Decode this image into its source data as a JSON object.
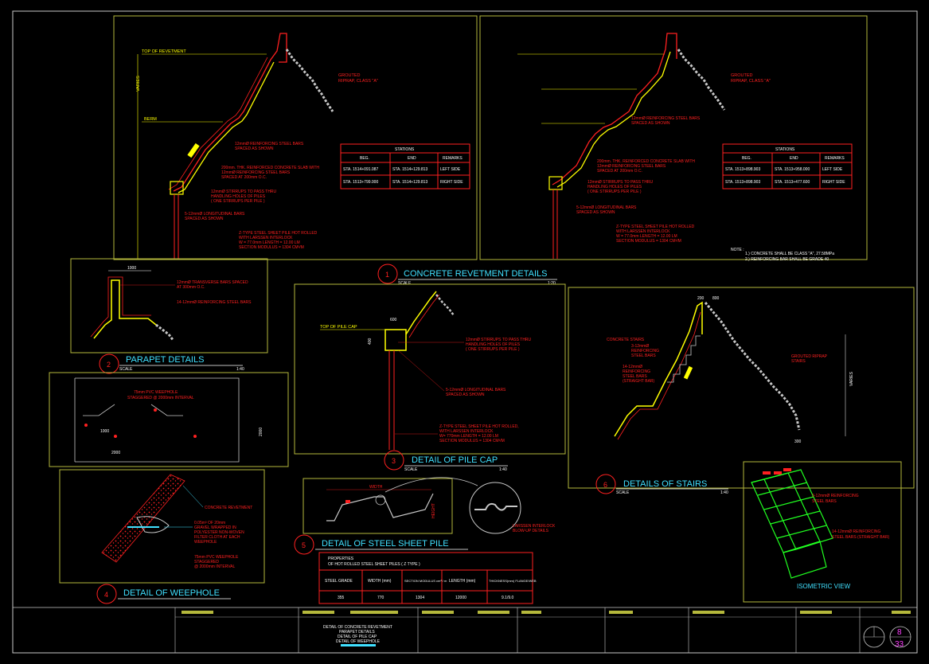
{
  "colors": {
    "frame": "#c8c8c8",
    "panel": "#b5b83c",
    "red": "#ff2020",
    "yellow": "#ffff00",
    "cyan": "#40e0ff",
    "green": "#20ff20",
    "magenta": "#ff40ff",
    "white": "#ffffff",
    "bg": "#000000"
  },
  "titles": {
    "t1": {
      "num": "1",
      "label": "CONCRETE REVETMENT DETAILS",
      "scale": "SCALE",
      "scale_val": "1:20"
    },
    "t2": {
      "num": "2",
      "label": "PARAPET DETAILS",
      "scale": "SCALE",
      "scale_val": "1:40"
    },
    "t3": {
      "num": "3",
      "label": "DETAIL OF PILE CAP",
      "scale": "SCALE",
      "scale_val": "1:40"
    },
    "t4": {
      "num": "4",
      "label": "DETAIL OF WEEPHOLE"
    },
    "t5": {
      "num": "5",
      "label": "DETAIL OF STEEL SHEET PILE"
    },
    "t6": {
      "num": "6",
      "label": "DETAILS OF STAIRS",
      "scale": "SCALE",
      "scale_val": "1:40"
    },
    "iso": {
      "label": "ISOMETRIC VIEW"
    }
  },
  "left_section": {
    "top_of_revetment": "TOP OF REVETMENT",
    "varies": "VARIES",
    "berm": "BERM",
    "grouted": "GROUTED",
    "riprap": "RIPRAP, CLASS \"A\"",
    "notes": [
      "12mmØ REINFORCING STEEL BARS",
      "SPACED AS SHOWN",
      "200mm. THK. REINFORCED CONCRETE SLAB WITH",
      "12mmØ REINFORCING STEEL BARS",
      "SPACED AT 200mm O.C.",
      "12mmØ STIRRUPS TO PASS THRU",
      "HANDLING HOLES OF PILES",
      "( ONE STIRRUPS PER PILE )",
      "5-12mmØ LONGITUDINAL BARS",
      "SPACED AS SHOWN",
      "Z-TYPE STEEL SHEET PILE HOT ROLLED",
      "WITH LARSSEN INTERLOCK",
      "W = 77.0mm LENGTH = 12.00 LM",
      "SECTION MODULUS = 1304 CM³/M"
    ]
  },
  "stations_left": {
    "title": "STATIONS",
    "headers": [
      "BEG.",
      "END",
      "REMARKS"
    ],
    "rows": [
      [
        "STA. 1514+091.087",
        "STA. 1514+129.813",
        "LEFT SIDE"
      ],
      [
        "STA. 1513+799.000",
        "STA. 1514+129.813",
        "RIGHT SIDE"
      ]
    ]
  },
  "stations_right": {
    "title": "STATIONS",
    "headers": [
      "BEG.",
      "END",
      "REMARKS"
    ],
    "rows": [
      [
        "STA. 1513+898.903",
        "STA. 1513+958.000",
        "LEFT SIDE"
      ],
      [
        "STA. 1513+898.903",
        "STA. 1513+477.600",
        "RIGHT SIDE"
      ]
    ]
  },
  "general_notes": {
    "label": "NOTE :",
    "items": [
      "1.) CONCRETE SHALL BE CLASS \"A\", 27.58MPa",
      "2.) REINFORCING BAR SHALL BE GRADE 40"
    ]
  },
  "parapet": {
    "notes": [
      "12mmØ TRANSVERSE BARS SPACED",
      "AT 300mm O.C.",
      "14-12mmØ REINFORCING STEEL BARS"
    ],
    "dim": "1000"
  },
  "weephole_elev": {
    "notes": [
      "75mm PVC WEEPHOLE",
      "STAGGERED @ 2000mm INTERVAL"
    ],
    "dims": [
      "1000",
      "2000",
      "2000"
    ]
  },
  "weephole_detail": {
    "notes": [
      "CONCRETE REVETMENT",
      "0.05m³ OF 20mm",
      "GRAVEL WRAPPED IN",
      "POLYESTER NON-WOVEN",
      "FILTER CLOTH AT EACH",
      "WEEPHOLE",
      "75mm PVC WEEPHOLE",
      "STAGGERED",
      "@ 2000mm INTERVAL"
    ]
  },
  "pile_cap": {
    "top": "TOP OF PILE CAP",
    "notes": [
      "12mmØ STIRRUPS TO PASS THRU",
      "HANDLING HOLES OF PILES",
      "( ONE STIRRUPS PER PILE )",
      "5-12mmØ LONGITUDINAL BARS",
      "SPACED AS SHOWN",
      "Z-TYPE STEEL SHEET PILE HOT ROLLED,",
      "WITH LARSSEN INTERLOCK",
      "W= 770mm LENGTH = 12.00 LM",
      "SECTION MODULUS = 1304 CM³/M"
    ],
    "dims": [
      "600",
      "400"
    ]
  },
  "stairs": {
    "notes": [
      "CONCRETE STAIRS",
      "3-12mmØ",
      "REINFORCING",
      "STEEL BARS",
      "14-12mmØ",
      "REINFORCING",
      "STEEL BARS",
      "(STRAIGHT BAR)",
      "GROUTED RIPRAP",
      "STAIRS"
    ],
    "varies": "VARIES",
    "dims": [
      "200",
      "800",
      "300"
    ]
  },
  "sheet_pile": {
    "width": "WIDTH",
    "height": "HEIGHT",
    "interlock": "LARSSEN INTERLOCK",
    "interlock2": "BLOW-UP DETAILS"
  },
  "properties": {
    "title1": "PROPERTIES",
    "title2": "OF HOT ROLLED STEEL SHEET PILES  ( Z TYPE )",
    "headers": [
      "STEEL GRADE",
      "WIDTH (mm)",
      "SECTION MODULUS cm³ / m",
      "LENGTH (mm)",
      "THICKNESS(mm) FLANGE/WEB"
    ],
    "values": [
      "355",
      "770",
      "1304",
      "12000",
      "9.1/9.0"
    ]
  },
  "isometric": {
    "notes": [
      "3-12mmØ REINFORCING",
      "STEEL BARS",
      "14-12mmØ REINFORCING",
      "STEEL BARS (STRAIGHT BAR)"
    ]
  },
  "title_block": {
    "lines": [
      "DETAIL OF CONCRETE REVETMENT",
      "PARAPET DETAILS",
      "DETAIL OF PILE CAP",
      "DETAIL OF WEEPHOLE"
    ],
    "sheet": "8",
    "total": "33"
  }
}
